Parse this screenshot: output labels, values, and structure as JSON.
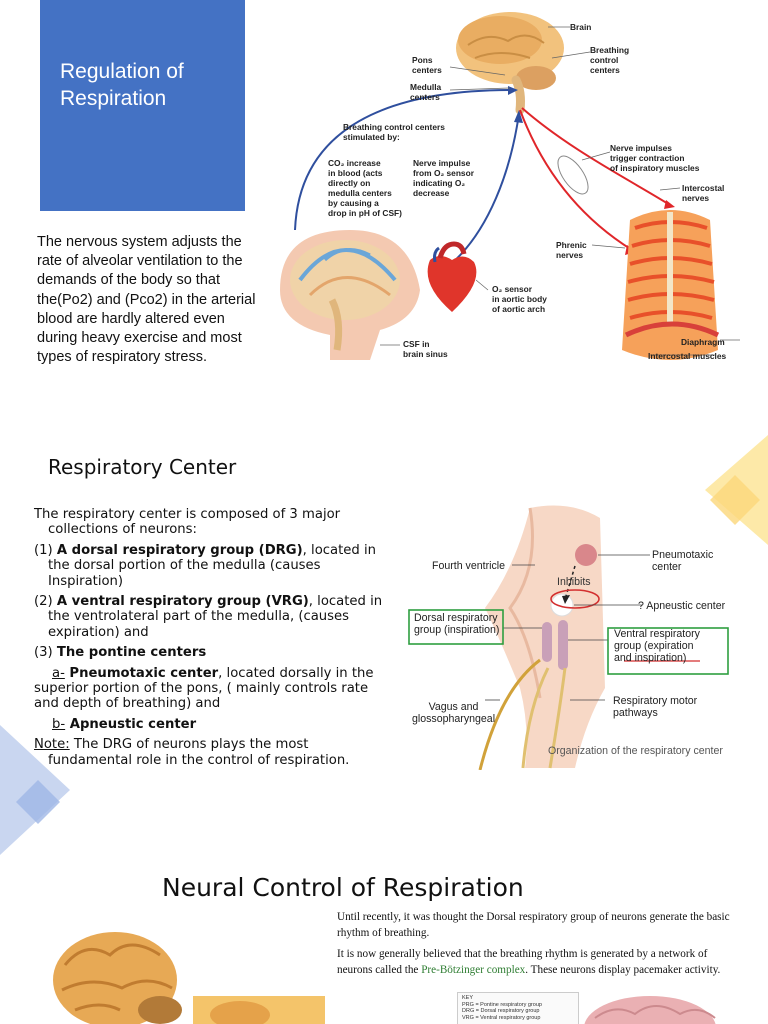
{
  "slide1": {
    "title": "Regulation of\nRespiration",
    "body": "The nervous system adjusts the rate of alveolar ventilation to the demands of the body so that the(Po2) and (Pco2) in the arterial blood are hardly altered even during heavy exercise and most types of respiratory stress.",
    "figure": {
      "brain": "Brain",
      "pons": "Pons\ncenters",
      "medulla": "Medulla\ncenters",
      "breathing_centers": "Breathing\ncontrol\ncenters",
      "stimulated_by": "Breathing control centers\nstimulated by:",
      "co2": "CO₂ increase\nin blood (acts\ndirectly on\nmedulla centers\nby causing a\ndrop in pH of CSF)",
      "nerve_impulse_o2": "Nerve impulse\nfrom O₂ sensor\nindicating O₂\ndecrease",
      "nerve_impulses": "Nerve impulses\ntrigger contraction\nof inspiratory muscles",
      "intercostal_nerves": "Intercostal\nnerves",
      "phrenic": "Phrenic\nnerves",
      "o2_sensor": "O₂ sensor\nin aortic body\nof aortic arch",
      "csf": "CSF in\nbrain sinus",
      "diaphragm": "Diaphragm",
      "intercostal_muscles": "Intercostal muscles"
    }
  },
  "slide2": {
    "title": "Respiratory Center",
    "intro": "The respiratory center is composed of 3 major collections of neurons:",
    "item1_num": "(1) ",
    "item1_bold": "A dorsal respiratory group (DRG)",
    "item1_rest": ", located in the dorsal portion of the medulla (causes Inspiration)",
    "item2_num": "(2) ",
    "item2_bold": "A ventral respiratory group (VRG)",
    "item2_rest": ", located in the ventrolateral part of the medulla, (causes expiration) and",
    "item3_num": "(3) ",
    "item3_bold": "The pontine centers",
    "sub_a_letter": "a-",
    "sub_a_bold": " Pneumotaxic center",
    "sub_a_rest": ", located dorsally in the superior  portion of the pons, ( mainly controls rate and depth of breathing) and",
    "sub_b_letter": "b-",
    "sub_b_bold": " Apneustic center",
    "note_label": "Note:",
    "note_text": " The DRG of neurons plays the most fundamental role in the control of respiration.",
    "figure": {
      "fourth_ventricle": "Fourth ventricle",
      "pneumotaxic": "Pneumotaxic\ncenter",
      "inhibits": "Inhibits",
      "apneustic": "? Apneustic center",
      "drg": "Dorsal respiratory\ngroup (inspiration)",
      "vrg": "Ventral respiratory\ngroup (expiration\nand inspiration)",
      "vagus": "Vagus and\nglossopharyngeal",
      "motor": "Respiratory motor\npathways",
      "caption": "Organization of the respiratory center"
    }
  },
  "slide3": {
    "title": "Neural Control of Respiration",
    "para1": "Until recently, it was thought the Dorsal respiratory group of neurons generate the basic rhythm of breathing.",
    "para2_a": "It is now generally believed that the breathing rhythm is generated by a network of neurons called the ",
    "para2_green": "Pre-Bötzinger complex",
    "para2_b": ". These neurons display pacemaker activity.",
    "key_title": "KEY",
    "key_prg": "PRG = Pontine respiratory group",
    "key_drg": "DRG = Dorsal respiratory group",
    "key_vrg": "VRG = Ventral respiratory group"
  },
  "colors": {
    "title_box": "#4472c4",
    "decor_yellow": "#fde9a8",
    "decor_blue": "#c9d6f0",
    "arrow_blue": "#2f4f9e",
    "arrow_red": "#e0262a"
  }
}
